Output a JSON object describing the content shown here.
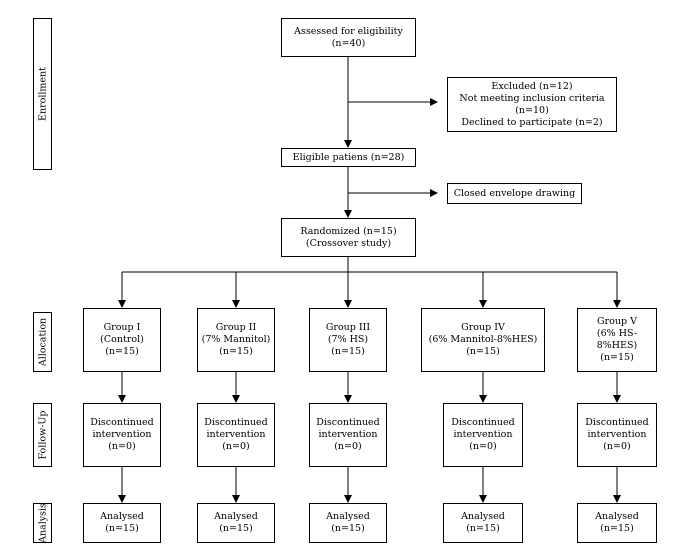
{
  "phases": {
    "enrollment": "Enrollment",
    "allocation": "Allocation",
    "follow_up": "Follow-Up",
    "analysis": "Analysis"
  },
  "assessed": [
    "Assessed for eligibility",
    "(n=40)"
  ],
  "excluded": [
    "Excluded (n=12)",
    "Not meeting inclusion criteria (n=10)",
    "Declined to participate (n=2)"
  ],
  "eligible": "Eligible patiens (n=28)",
  "envelope": "Closed envelope drawing",
  "randomized": [
    "Randomized (n=15)",
    "(Crossover study)"
  ],
  "groups": [
    {
      "name": "Group I",
      "desc": "(Control)",
      "n": "(n=15)"
    },
    {
      "name": "Group II",
      "desc": "(7% Mannitol)",
      "n": "(n=15)"
    },
    {
      "name": "Group III",
      "desc": "(7% HS)",
      "n": "(n=15)"
    },
    {
      "name": "Group IV",
      "desc": "(6% Mannitol-8%HES)",
      "n": "(n=15)"
    },
    {
      "name": "Group V",
      "desc": "(6% HS-8%HES)",
      "n": "(n=15)"
    }
  ],
  "followup": [
    {
      "line1": "Discontinued",
      "line2": "intervention",
      "n": "(n=0)"
    },
    {
      "line1": "Discontinued",
      "line2": "intervention",
      "n": "(n=0)"
    },
    {
      "line1": "Discontinued",
      "line2": "intervention",
      "n": "(n=0)"
    },
    {
      "line1": "Discontinued",
      "line2": "intervention",
      "n": "(n=0)"
    },
    {
      "line1": "Discontinued",
      "line2": "intervention",
      "n": "(n=0)"
    }
  ],
  "analysis": [
    {
      "label": "Analysed",
      "n": "(n=15)"
    },
    {
      "label": "Analysed",
      "n": "(n=15)"
    },
    {
      "label": "Analysed",
      "n": "(n=15)"
    },
    {
      "label": "Analysed",
      "n": "(n=15)"
    },
    {
      "label": "Analysed",
      "n": "(n=15)"
    }
  ]
}
